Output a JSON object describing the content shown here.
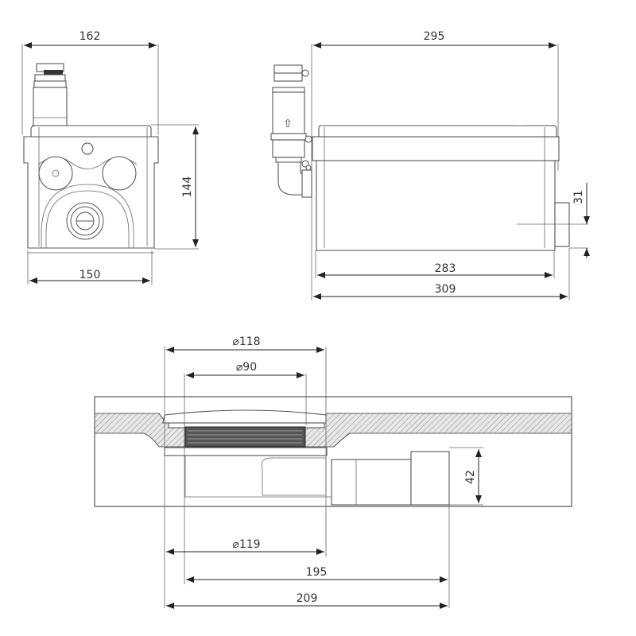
{
  "front_view": {
    "dim_top_width": "162",
    "dim_bottom_width": "150",
    "dim_height": "144"
  },
  "side_view": {
    "dim_top_width": "295",
    "dim_body_length": "283",
    "dim_total_length": "309",
    "dim_outlet_height": "31",
    "flow_arrow": "⇧"
  },
  "drain_section": {
    "dim_flange_diameter": "⌀118",
    "dim_grate_diameter": "⌀90",
    "dim_body_diameter": "⌀119",
    "dim_length_inner": "195",
    "dim_length_total": "209",
    "dim_height": "42"
  }
}
